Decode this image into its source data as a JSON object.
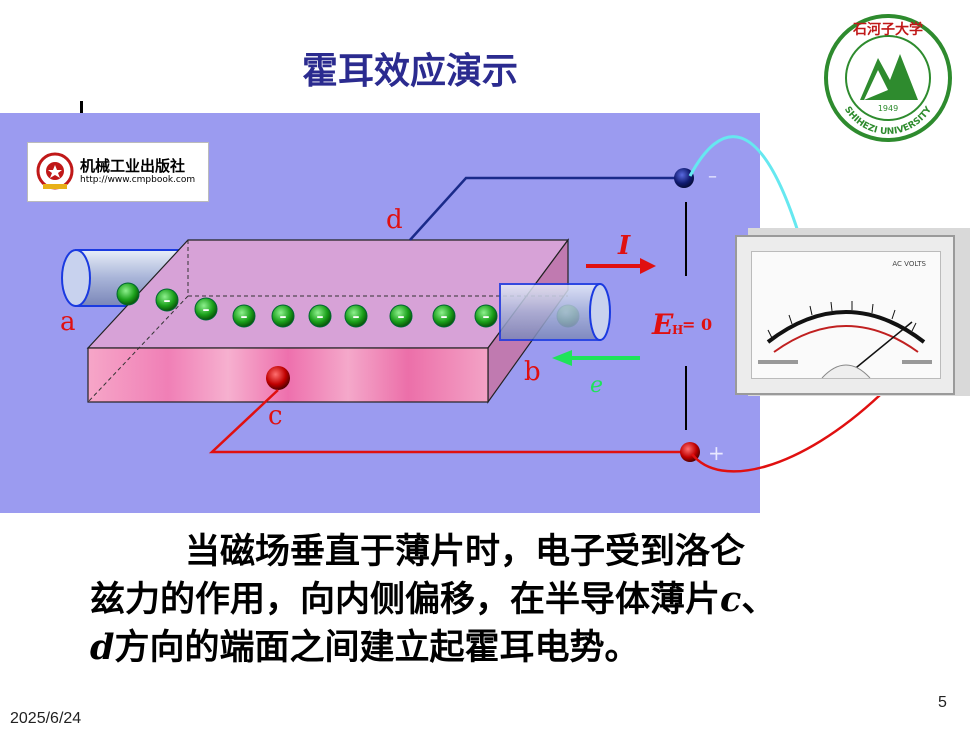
{
  "slide": {
    "title": "霍耳效应演示",
    "paragraph_line1": "当磁场垂直于薄片时，电子受到洛仑",
    "paragraph_line2_a": "兹力的作用，向内侧偏移，在半导体薄片",
    "paragraph_line2_c": "c",
    "paragraph_line2_b": "、",
    "paragraph_line3_d": "d",
    "paragraph_line3_rest": "方向的端面之间建立起霍耳电势。",
    "date": "2025/6/24",
    "page_number": "5"
  },
  "demo": {
    "publisher_name": "机械工业出版社",
    "publisher_url": "http://www.cmpbook.com",
    "label_a": "a",
    "label_b": "b",
    "label_c": "c",
    "label_d": "d",
    "label_current": "I",
    "label_electron": "e",
    "label_EH": "E",
    "label_EH_sub": "H",
    "label_EH_value": " = 0",
    "terminal_minus": "–",
    "terminal_plus": "+",
    "electron_sign": "–"
  },
  "meter": {
    "label": "AC VOLTS"
  },
  "university": {
    "name": "SHIHEZI UNIVERSITY",
    "year": "1949",
    "chinese_name": "石河子大学"
  },
  "colors": {
    "title": "#2b2b8f",
    "background_panel": "#9b9bf0",
    "slab_top": "#d7a2d7",
    "slab_front": "#f08fc0",
    "wire_red": "#e01010",
    "wire_blue": "#1a2a8a",
    "wire_cyan": "#66e8f0",
    "electron": "#1aa01a",
    "arrow_green": "#1ee35a",
    "logo_green": "#2e8b2e",
    "logo_red": "#c01818"
  }
}
